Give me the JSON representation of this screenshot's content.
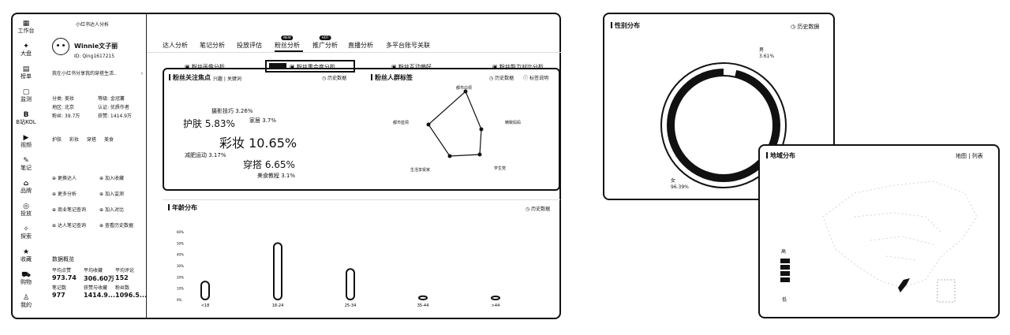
{
  "icon_rail": [
    {
      "icon": "workbench-icon",
      "label": "工作台"
    },
    {
      "icon": "star-icon",
      "label": "大盘"
    },
    {
      "icon": "list-icon",
      "label": "榜单"
    },
    {
      "icon": "monitor-icon",
      "label": "监测"
    },
    {
      "icon": "b-icon",
      "label": "B站KOL"
    },
    {
      "icon": "video-icon",
      "label": "视频"
    },
    {
      "icon": "notes-icon",
      "label": "笔记"
    },
    {
      "icon": "home-icon",
      "label": "品牌"
    },
    {
      "icon": "target-icon",
      "label": "投放"
    },
    {
      "icon": "compass-icon",
      "label": "探索"
    },
    {
      "icon": "favorite-icon",
      "label": "收藏"
    },
    {
      "icon": "cart-icon",
      "label": "购物"
    },
    {
      "icon": "user-icon",
      "label": "我的"
    }
  ],
  "profile": {
    "header": "小红书达人分析",
    "name": "Winnie文子丽",
    "id": "ID: Qing1617215",
    "desc": "我在小红书分享我的穿搭生活..",
    "info": [
      "分类: 美妆",
      "等级: 金冠薯",
      "地区: 北京",
      "认证: 优质作者",
      "粉丝: 39.7万",
      "获赞: 1414.9万"
    ],
    "tags": [
      "护肤",
      "彩妆",
      "穿搭",
      "美食"
    ],
    "actions": [
      "更换达人",
      "加入收藏",
      "更多分析",
      "加入监测",
      "商业笔记查询",
      "加入对比",
      "达人笔记查询",
      "查看历史数据"
    ],
    "stats_title": "数据概览",
    "stats": [
      {
        "label": "平均点赞",
        "value": "973.74"
      },
      {
        "label": "平均收藏",
        "value": "306.60万"
      },
      {
        "label": "平均评论",
        "value": "152"
      },
      {
        "label": "笔记数",
        "value": "977"
      },
      {
        "label": "获赞与收藏",
        "value": "1414.9..."
      },
      {
        "label": "粉丝数",
        "value": "1096.5..."
      }
    ]
  },
  "tabs": [
    {
      "label": "达人分析",
      "badge": ""
    },
    {
      "label": "笔记分析",
      "badge": ""
    },
    {
      "label": "投放评估",
      "badge": ""
    },
    {
      "label": "粉丝分析",
      "badge": "NEW"
    },
    {
      "label": "推广分析",
      "badge": "HOT"
    },
    {
      "label": "直播分析",
      "badge": ""
    },
    {
      "label": "多平台账号关联",
      "badge": ""
    }
  ],
  "subtabs": [
    "粉丝画像分析",
    "粉丝重合度分析",
    "粉丝互动偏好",
    "粉丝能力对比分析"
  ],
  "interest": {
    "title": "粉丝关注焦点",
    "sub": "兴趣 | 关键词",
    "history": "历史数据",
    "words": [
      {
        "text": "彩妆 10.65%",
        "size": 16
      },
      {
        "text": "护肤 5.83%",
        "size": 12
      },
      {
        "text": "穿搭 6.65%",
        "size": 12
      },
      {
        "text": "摄影技巧 3.26%",
        "size": 7
      },
      {
        "text": "家居 3.7%",
        "size": 7
      },
      {
        "text": "减肥运动 3.17%",
        "size": 7
      },
      {
        "text": "美食教程 3.1%",
        "size": 7
      }
    ]
  },
  "crowd": {
    "title": "粉丝人群标签",
    "history": "历史数据",
    "tags_btn": "标签说明",
    "labels": [
      "都市白领",
      "精致妈妈",
      "学生党",
      "生活享受家",
      "都市蓝领"
    ]
  },
  "age": {
    "title": "年龄分布",
    "history": "历史数据"
  },
  "chart_data": {
    "type": "bar",
    "title": "年龄分布",
    "categories": [
      "<18",
      "18-24",
      "25-34",
      "35-44",
      ">44"
    ],
    "values": [
      16,
      50,
      27,
      3,
      1
    ],
    "ylim": [
      0,
      60
    ],
    "yticks": [
      "0%",
      "10%",
      "20%",
      "30%",
      "40%",
      "50%",
      "60%"
    ]
  },
  "gender": {
    "title": "性别分布",
    "history": "历史数据",
    "male_label": "男",
    "male_value": "3.61%",
    "female_label": "女",
    "female_value": "96.39%",
    "male_fraction": 0.0361
  },
  "region": {
    "title": "地域分布",
    "switch": "地图 | 列表",
    "legend_high": "高",
    "legend_low": "低"
  }
}
